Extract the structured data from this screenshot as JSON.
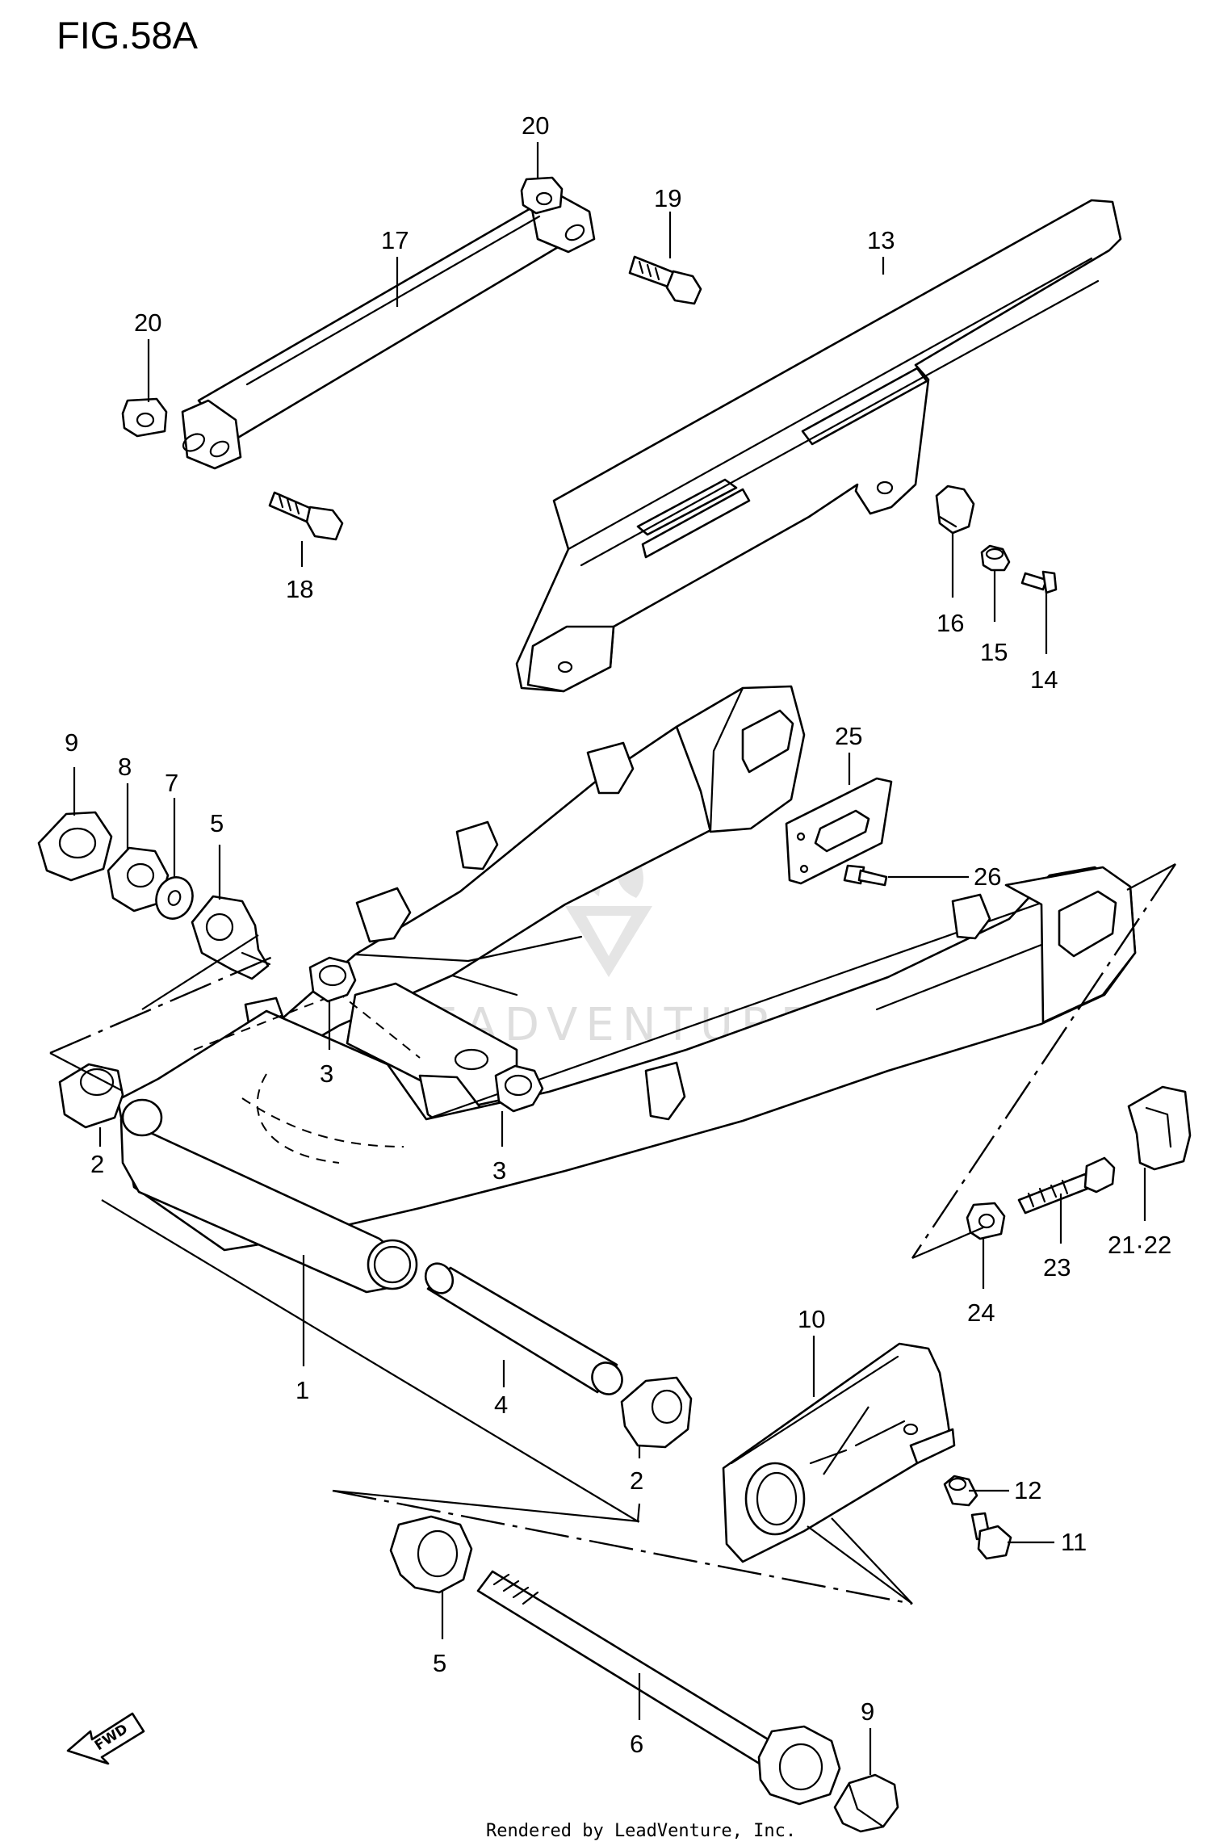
{
  "figure": {
    "title": "FIG.58A",
    "footer": "Rendered by LeadVenture, Inc.",
    "watermark": "LEADVENTURE",
    "fwd_label": "FWD"
  },
  "callouts": [
    {
      "id": "c20a",
      "label": "20"
    },
    {
      "id": "c19",
      "label": "19"
    },
    {
      "id": "c17",
      "label": "17"
    },
    {
      "id": "c13",
      "label": "13"
    },
    {
      "id": "c20b",
      "label": "20"
    },
    {
      "id": "c18",
      "label": "18"
    },
    {
      "id": "c16",
      "label": "16"
    },
    {
      "id": "c15",
      "label": "15"
    },
    {
      "id": "c14",
      "label": "14"
    },
    {
      "id": "c9a",
      "label": "9"
    },
    {
      "id": "c8",
      "label": "8"
    },
    {
      "id": "c7",
      "label": "7"
    },
    {
      "id": "c5a",
      "label": "5"
    },
    {
      "id": "c25",
      "label": "25"
    },
    {
      "id": "c26",
      "label": "26"
    },
    {
      "id": "c3a",
      "label": "3"
    },
    {
      "id": "c3b",
      "label": "3"
    },
    {
      "id": "c2a",
      "label": "2"
    },
    {
      "id": "c2122",
      "label": "21·22"
    },
    {
      "id": "c23",
      "label": "23"
    },
    {
      "id": "c24",
      "label": "24"
    },
    {
      "id": "c1",
      "label": "1"
    },
    {
      "id": "c4",
      "label": "4"
    },
    {
      "id": "c10",
      "label": "10"
    },
    {
      "id": "c2b",
      "label": "2"
    },
    {
      "id": "c12",
      "label": "12"
    },
    {
      "id": "c11",
      "label": "11"
    },
    {
      "id": "c5b",
      "label": "5"
    },
    {
      "id": "c6",
      "label": "6"
    },
    {
      "id": "c9b",
      "label": "9"
    }
  ]
}
